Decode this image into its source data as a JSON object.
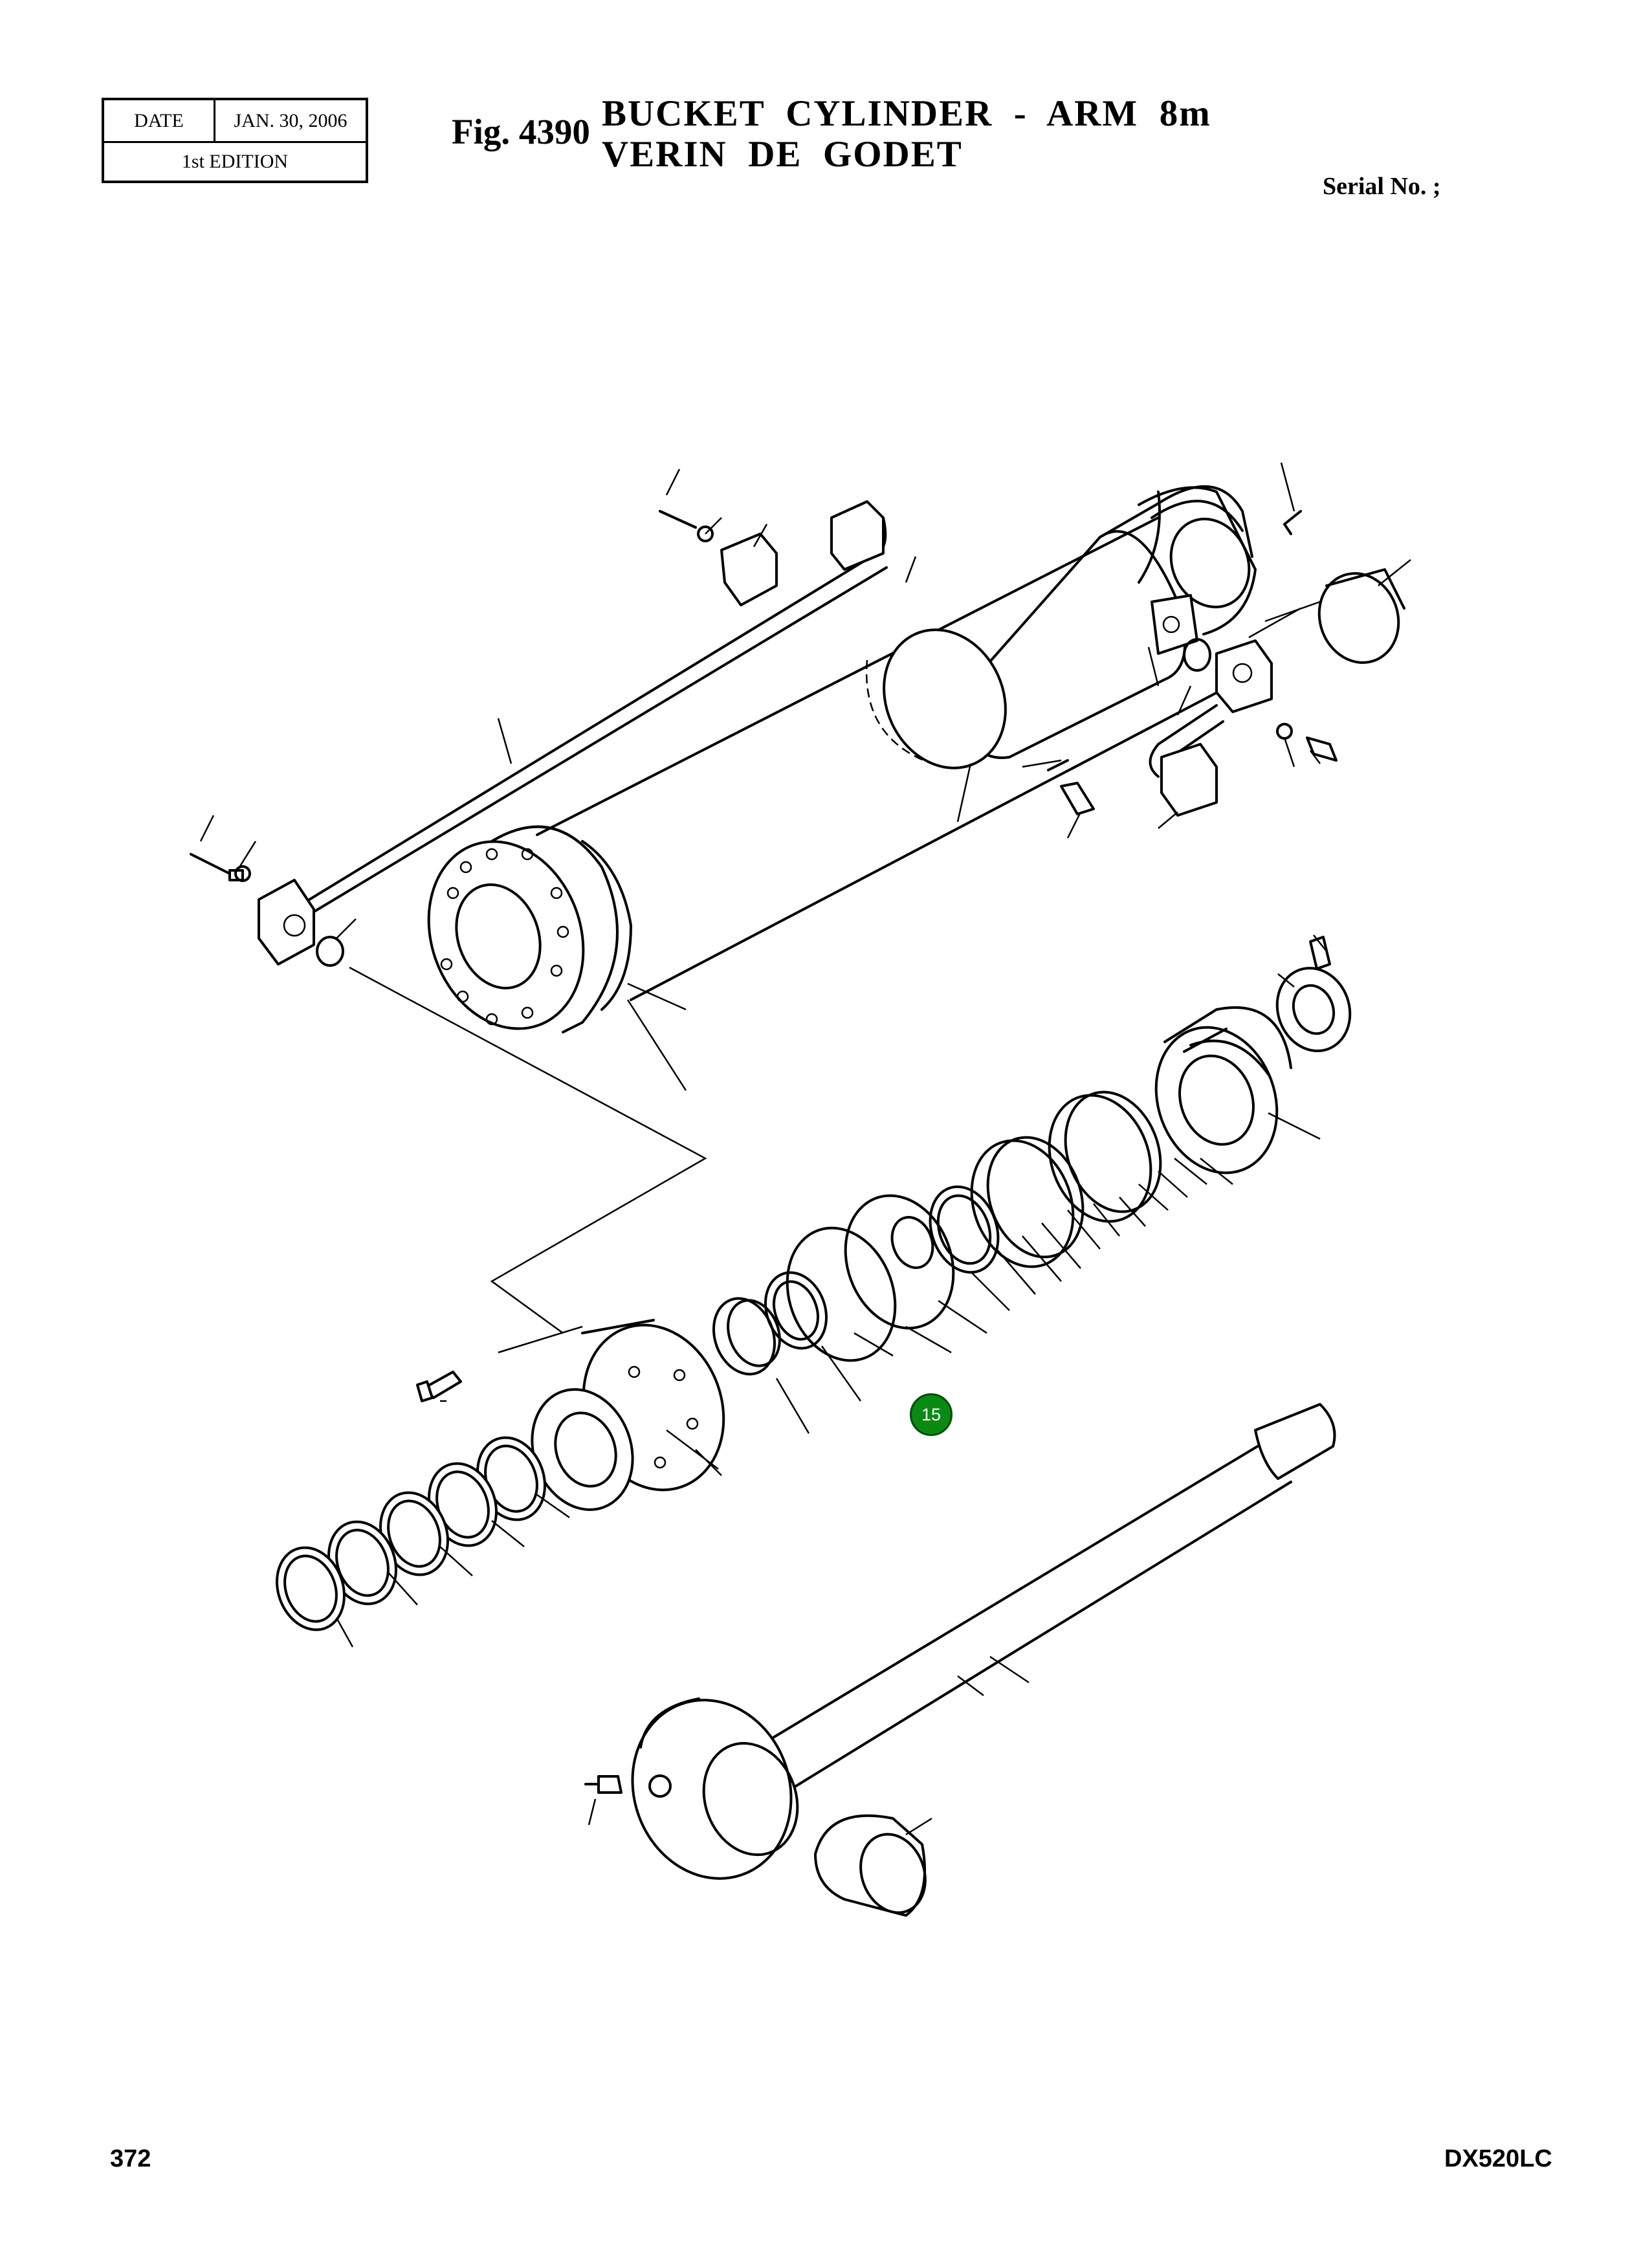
{
  "header": {
    "date_label": "DATE",
    "date_value": "JAN. 30, 2006",
    "edition": "1st EDITION",
    "fig_number": "Fig. 4390",
    "title_en": "BUCKET  CYLINDER  -  ARM  8m",
    "title_fr": "VERIN  DE  GODET",
    "serial_label": "Serial No. ;"
  },
  "footer": {
    "page_number": "372",
    "model": "DX520LC"
  },
  "callouts": [
    {
      "label": "15",
      "color": "#0a8a12"
    }
  ]
}
